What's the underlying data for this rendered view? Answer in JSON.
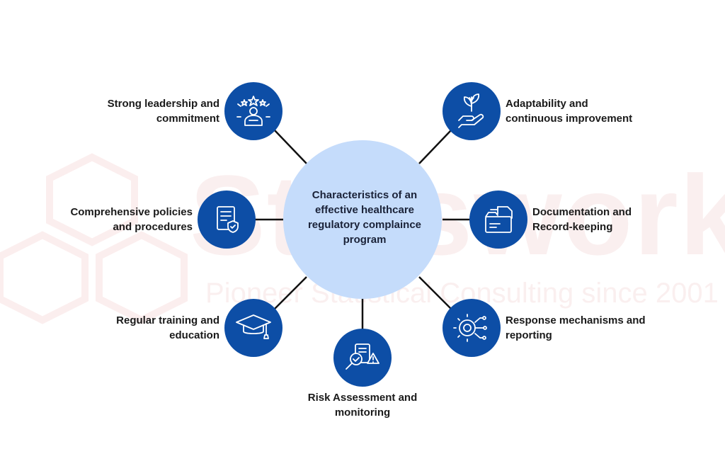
{
  "watermark": {
    "brand": "Statswork",
    "tagline": "Pioneer Statistical Consulting since 2001"
  },
  "center": {
    "title": "Characteristics of an effective healthcare regulatory complaince program"
  },
  "nodes": [
    {
      "label": "Strong leadership and\ncommitment",
      "icon": "leadership-stars-icon"
    },
    {
      "label": "Adaptability and\ncontinuous improvement",
      "icon": "hand-plant-icon"
    },
    {
      "label": "Comprehensive policies\nand procedures",
      "icon": "document-shield-icon"
    },
    {
      "label": "Documentation and\nRecord-keeping",
      "icon": "folder-documents-icon"
    },
    {
      "label": "Regular training and\neducation",
      "icon": "graduation-cap-icon"
    },
    {
      "label": "Response mechanisms and\nreporting",
      "icon": "gear-circuit-icon"
    },
    {
      "label": "Risk Assessment and\nmonitoring",
      "icon": "magnifier-warning-icon"
    }
  ],
  "colors": {
    "node_fill": "#0d4ea6",
    "center_fill": "#c5dcfb",
    "connector": "#111111",
    "icon_stroke": "#ffffff"
  }
}
